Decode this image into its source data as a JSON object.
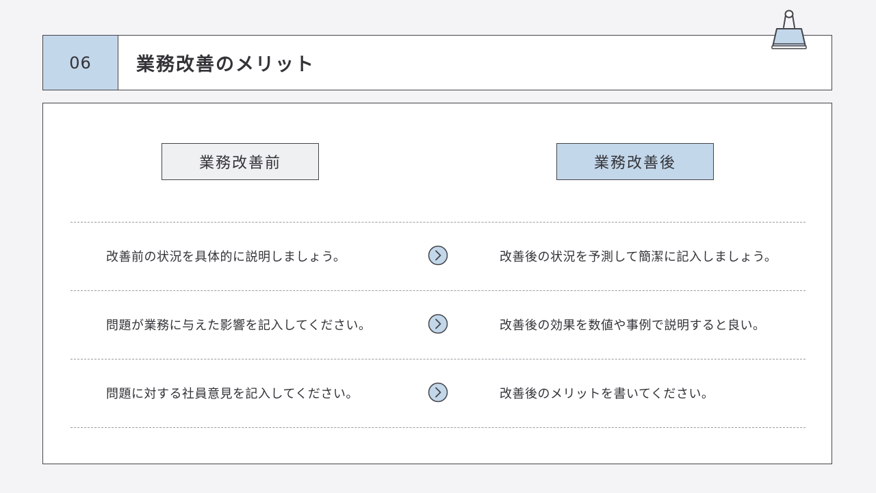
{
  "slide": {
    "number": "06",
    "title": "業務改善のメリット"
  },
  "columns": {
    "before_label": "業務改善前",
    "after_label": "業務改善後"
  },
  "rows": [
    {
      "before": "改善前の状況を具体的に説明しましょう。",
      "after": "改善後の状況を予測して簡潔に記入しましょう。"
    },
    {
      "before": "問題が業務に与えた影響を記入してください。",
      "after": "改善後の効果を数値や事例で説明すると良い。"
    },
    {
      "before": "問題に対する社員意見を記入してください。",
      "after": "改善後のメリットを書いてください。"
    }
  ],
  "icons": {
    "row_arrow": "chevron-right-circle-icon",
    "decoration": "binder-clip-icon"
  },
  "colors": {
    "accent": "#c3d7ea",
    "background": "#f4f4f6",
    "border": "#44444a",
    "text": "#333338",
    "before_fill": "#eff0f2"
  }
}
